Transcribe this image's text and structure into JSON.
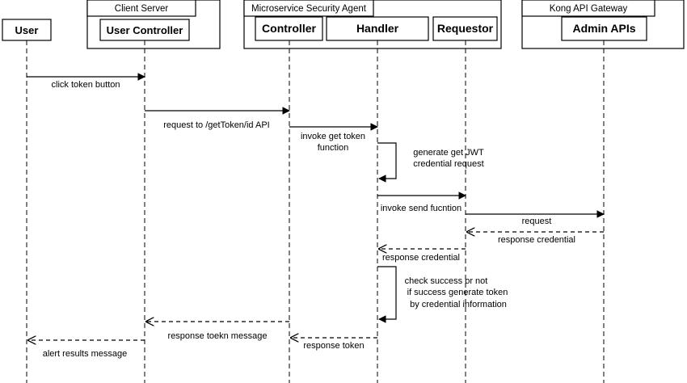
{
  "groups": {
    "client_server": "Client Server",
    "security_agent": "Microservice Security Agent",
    "kong_gateway": "Kong API Gateway"
  },
  "participants": {
    "user": "User",
    "user_controller": "User Controller",
    "controller": "Controller",
    "handler": "Handler",
    "requestor": "Requestor",
    "admin_apis": "Admin APIs"
  },
  "messages": {
    "m1": "click token button",
    "m2": "request to /getToken/id API",
    "m3_line1": "invoke get token",
    "m3_line2": "function",
    "m4_line1": "generate get JWT",
    "m4_line2": "credential request",
    "m5": "invoke send fucntion",
    "m6": "request",
    "m7": "response credential",
    "m8": "response credential",
    "m9_line1": "check success or not",
    "m9_line2": "if success generate token",
    "m9_line3": "by credential information",
    "m10": "response token",
    "m11": "response toekn message",
    "m12": "alert results message"
  }
}
